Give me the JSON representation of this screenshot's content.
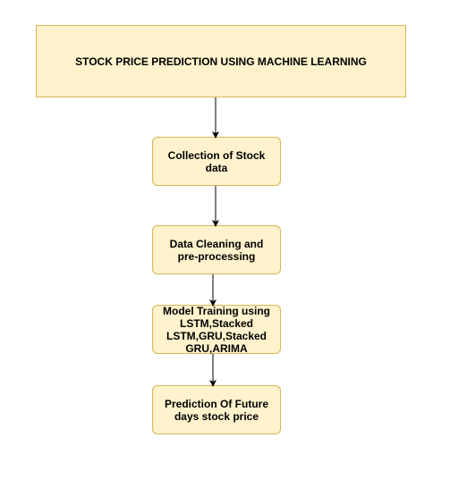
{
  "diagram": {
    "title": "STOCK PRICE PREDICTION USING MACHINE LEARNING",
    "steps": [
      {
        "label": "Collection of Stock data"
      },
      {
        "label": "Data Cleaning and pre-processing"
      },
      {
        "label": "Model Training using LSTM,Stacked LSTM,GRU,Stacked GRU,ARIMA"
      },
      {
        "label": "Prediction Of Future days stock price"
      }
    ]
  },
  "colors": {
    "box_fill": "#fff2cc",
    "box_border": "#d6b656",
    "arrow": "#000000"
  }
}
